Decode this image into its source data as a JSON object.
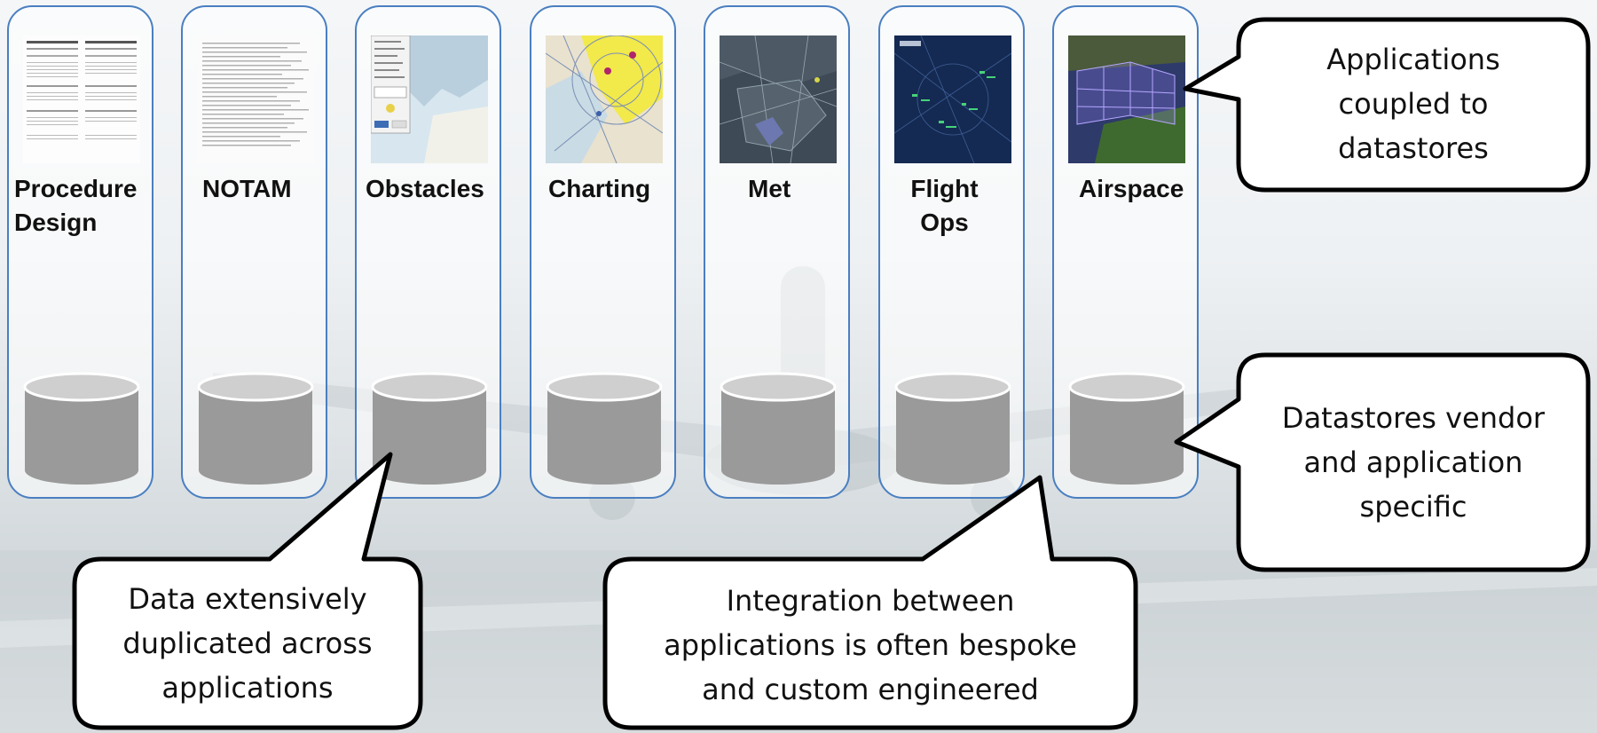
{
  "applications": [
    {
      "name_line1": "Procedure",
      "name_line2": "Design"
    },
    {
      "name_line1": "NOTAM",
      "name_line2": ""
    },
    {
      "name_line1": "Obstacles",
      "name_line2": ""
    },
    {
      "name_line1": "Charting",
      "name_line2": ""
    },
    {
      "name_line1": "Met",
      "name_line2": ""
    },
    {
      "name_line1": "Flight",
      "name_line2": "Ops"
    },
    {
      "name_line1": "Airspace",
      "name_line2": ""
    }
  ],
  "callouts": {
    "applications_coupled": [
      "Applications",
      "coupled to",
      "datastores"
    ],
    "datastores_specific": [
      "Datastores vendor",
      "and application",
      "specific"
    ],
    "data_duplicated": [
      "Data extensively",
      "duplicated across",
      "applications"
    ],
    "integration": [
      "Integration between",
      "applications is often bespoke",
      "and custom engineered"
    ]
  },
  "colors": {
    "column_border": "#4a7fc1",
    "datastore_fill": "#9a9a9a",
    "datastore_top": "#cfcfcf"
  }
}
